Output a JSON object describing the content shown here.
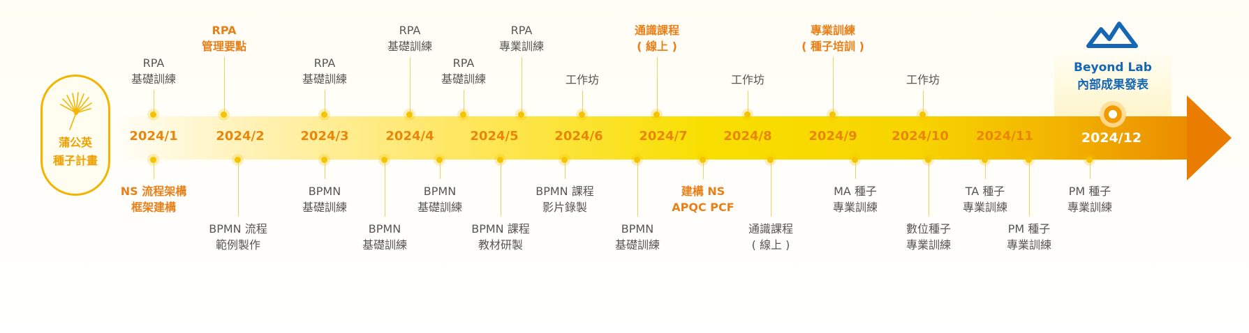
{
  "program": {
    "name": "蒲公英\n種子計畫"
  },
  "final": {
    "title": "Beyond Lab\n內部成果發表",
    "logo_icon": "mountain-logo-icon"
  },
  "colors": {
    "accent": "#f5c400",
    "highlight": "#e8801a",
    "brand_blue": "#1566b4"
  },
  "months": [
    "2024/1",
    "2024/2",
    "2024/3",
    "2024/4",
    "2024/5",
    "2024/6",
    "2024/7",
    "2024/8",
    "2024/9",
    "2024/10",
    "2024/11",
    "2024/12"
  ],
  "top_events": [
    {
      "text": "RPA\n基礎訓練",
      "highlight": false
    },
    {
      "text": "RPA\n管理要點",
      "highlight": true
    },
    {
      "text": "RPA\n基礎訓練",
      "highlight": false
    },
    {
      "text": "RPA\n基礎訓練",
      "highlight": false
    },
    {
      "text": "RPA\n基礎訓練",
      "highlight": false
    },
    {
      "text": "RPA\n專業訓練",
      "highlight": false
    },
    {
      "text": "工作坊",
      "highlight": false
    },
    {
      "text": "通識課程\n( 線上 )",
      "highlight": true
    },
    {
      "text": "工作坊",
      "highlight": false
    },
    {
      "text": "專業訓練\n( 種子培訓 )",
      "highlight": true
    },
    {
      "text": "工作坊",
      "highlight": false
    }
  ],
  "bottom_events": [
    {
      "text": "NS 流程架構\n框架建構",
      "highlight": true
    },
    {
      "text": "BPMN 流程\n範例製作",
      "highlight": false
    },
    {
      "text": "BPMN\n基礎訓練",
      "highlight": false
    },
    {
      "text": "BPMN\n基礎訓練",
      "highlight": false
    },
    {
      "text": "BPMN\n基礎訓練",
      "highlight": false
    },
    {
      "text": "BPMN 課程\n教材研製",
      "highlight": false
    },
    {
      "text": "BPMN 課程\n影片錄製",
      "highlight": false
    },
    {
      "text": "BPMN\n基礎訓練",
      "highlight": false
    },
    {
      "text": "建構 NS\nAPQC PCF",
      "highlight": true
    },
    {
      "text": "通識課程\n( 線上 )",
      "highlight": false
    },
    {
      "text": "MA 種子\n專業訓練",
      "highlight": false
    },
    {
      "text": "數位種子\n專業訓練",
      "highlight": false
    },
    {
      "text": "TA 種子\n專業訓練",
      "highlight": false
    },
    {
      "text": "PM 種子\n專業訓練",
      "highlight": false
    },
    {
      "text": "PM 種子\n專業訓練",
      "highlight": false
    }
  ]
}
